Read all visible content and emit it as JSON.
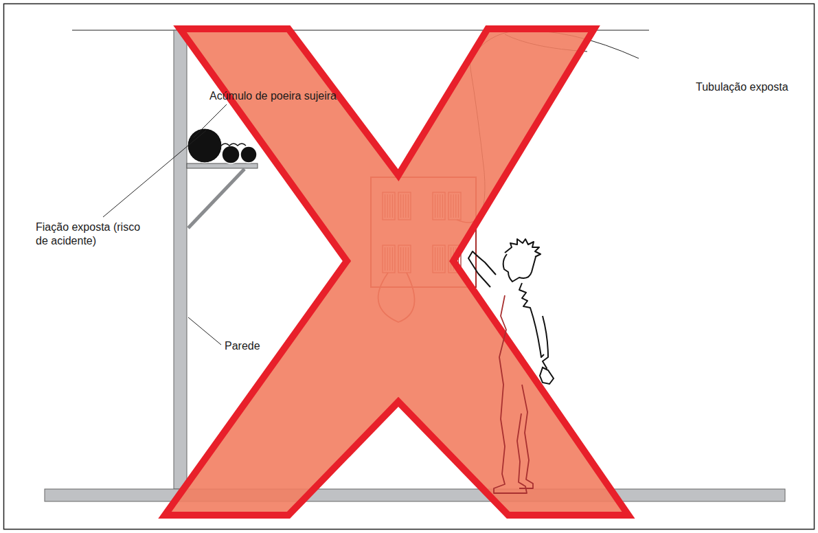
{
  "diagram": {
    "labels": [
      "Acúmulo de poeira sujeira",
      "Tubulação exposta",
      "Fiação exposta (risco de acidente)",
      "Parede"
    ]
  }
}
